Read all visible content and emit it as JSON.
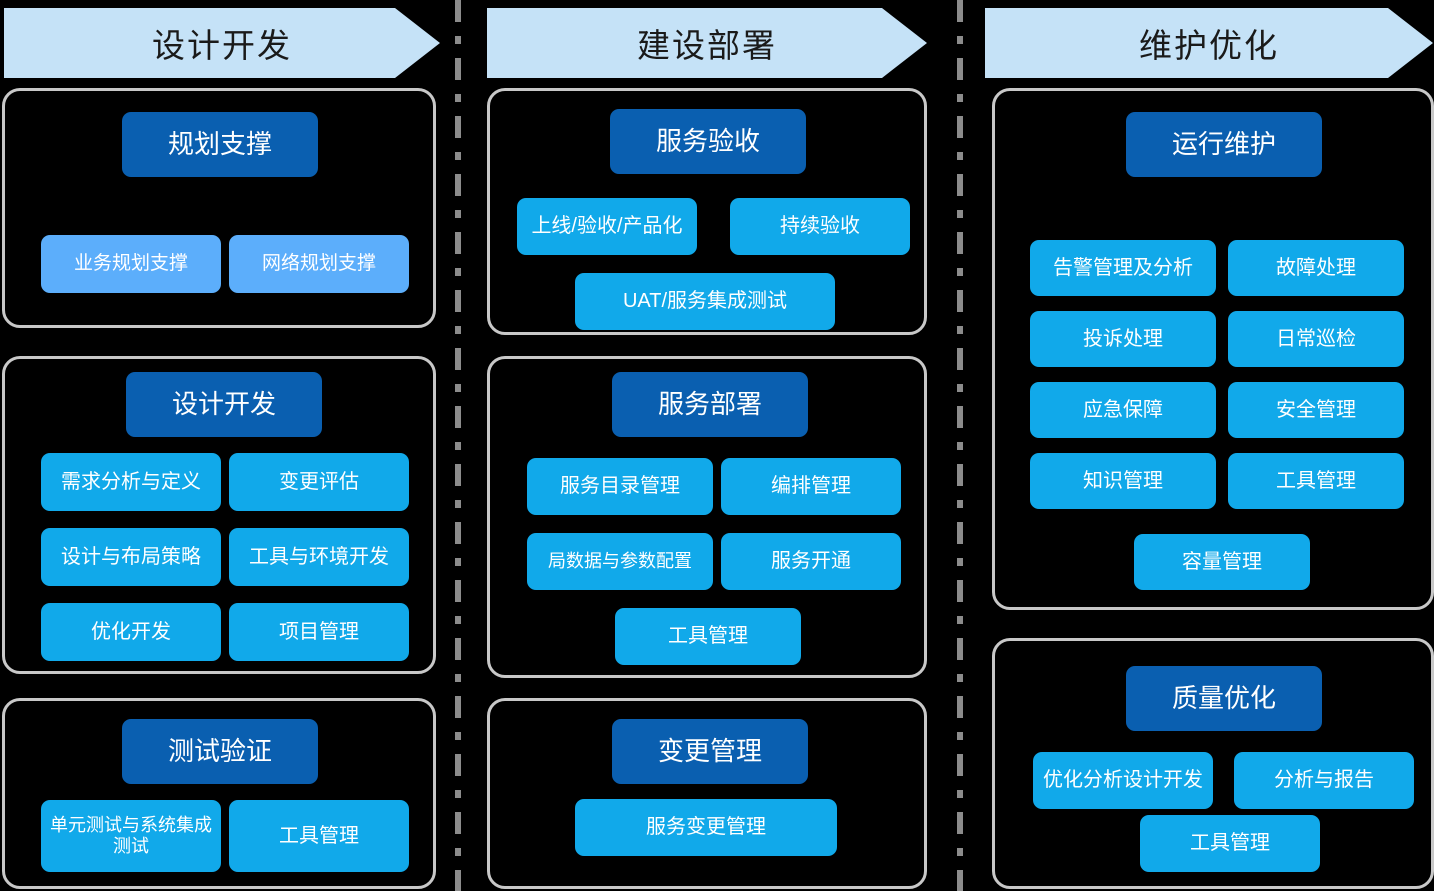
{
  "diagram": {
    "title_phases": [
      "设计开发",
      "建设部署",
      "维护优化"
    ],
    "palette": {
      "banner_bg": "#C5E2F7",
      "head_blue": "#0A5FB0",
      "leaf_cyan": "#11A9EA",
      "leaf_light_blue": "#5CAEFB",
      "panel_border": "#C8C8C8",
      "background": "#000000"
    }
  },
  "columns": [
    {
      "banner": "设计开发",
      "panels": [
        {
          "head": "规划支撑",
          "items": [
            "业务规划支撑",
            "网络规划支撑"
          ]
        },
        {
          "head": "设计开发",
          "items": [
            "需求分析与定义",
            "变更评估",
            "设计与布局策略",
            "工具与环境开发",
            "优化开发",
            "项目管理"
          ]
        },
        {
          "head": "测试验证",
          "items": [
            "单元测试与系统集成测试",
            "工具管理"
          ]
        }
      ]
    },
    {
      "banner": "建设部署",
      "panels": [
        {
          "head": "服务验收",
          "items": [
            "上线/验收/产品化",
            "持续验收",
            "UAT/服务集成测试"
          ]
        },
        {
          "head": "服务部署",
          "items": [
            "服务目录管理",
            "编排管理",
            "局数据与参数配置",
            "服务开通",
            "工具管理"
          ]
        },
        {
          "head": "变更管理",
          "items": [
            "服务变更管理"
          ]
        }
      ]
    },
    {
      "banner": "维护优化",
      "panels": [
        {
          "head": "运行维护",
          "items": [
            "告警管理及分析",
            "故障处理",
            "投诉处理",
            "日常巡检",
            "应急保障",
            "安全管理",
            "知识管理",
            "工具管理",
            "容量管理"
          ]
        },
        {
          "head": "质量优化",
          "items": [
            "优化分析设计开发",
            "分析与报告",
            "工具管理"
          ]
        }
      ]
    }
  ]
}
